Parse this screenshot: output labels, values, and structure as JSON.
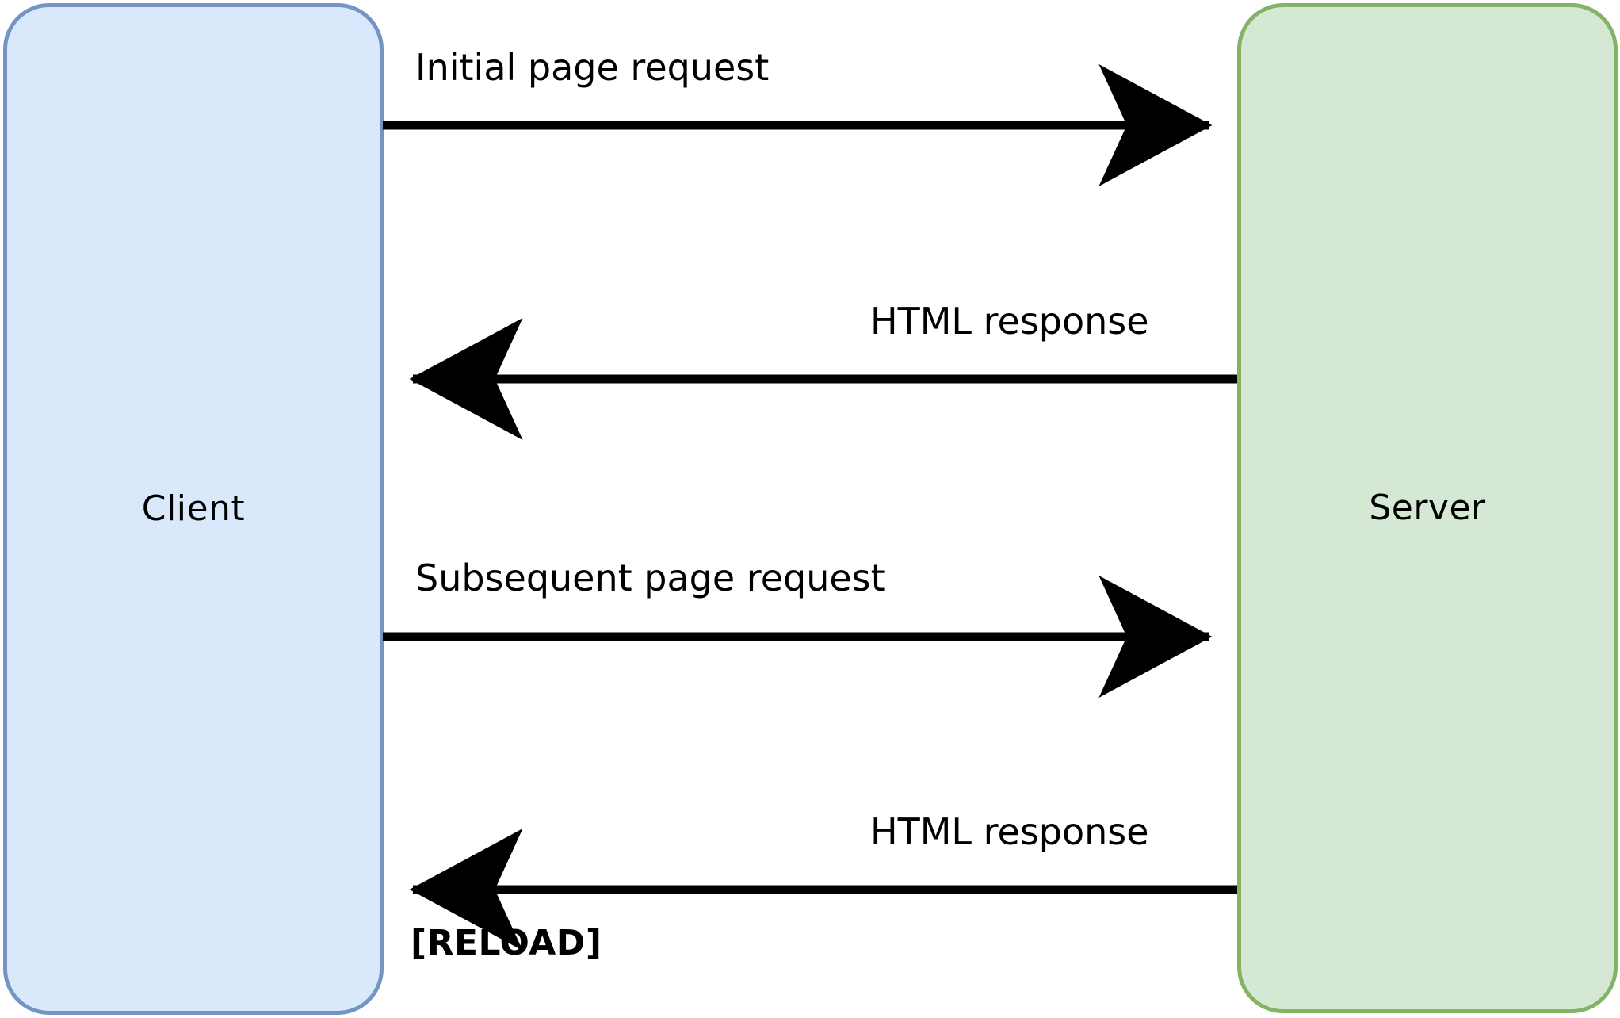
{
  "diagram": {
    "type": "sequence-diagram",
    "title": "",
    "background_color": "#ffffff"
  },
  "lanes": [
    {
      "id": "client",
      "label": "Client",
      "fill_color": "#dae8fc",
      "border_color": "#7495c4"
    },
    {
      "id": "server",
      "label": "Server",
      "fill_color": "#d5e8d4",
      "border_color": "#82b366"
    }
  ],
  "messages": [
    {
      "index": 1,
      "label": "Initial page request",
      "from": "client",
      "to": "server",
      "direction": "right"
    },
    {
      "index": 2,
      "label": "HTML response",
      "from": "server",
      "to": "client",
      "direction": "left"
    },
    {
      "index": 3,
      "label": "Subsequent page request",
      "from": "client",
      "to": "server",
      "direction": "right"
    },
    {
      "index": 4,
      "label": "HTML response",
      "from": "server",
      "to": "client",
      "direction": "left"
    }
  ],
  "annotations": [
    {
      "id": "reload",
      "label": "[RELOAD]"
    }
  ],
  "arrow_color": "#000000"
}
